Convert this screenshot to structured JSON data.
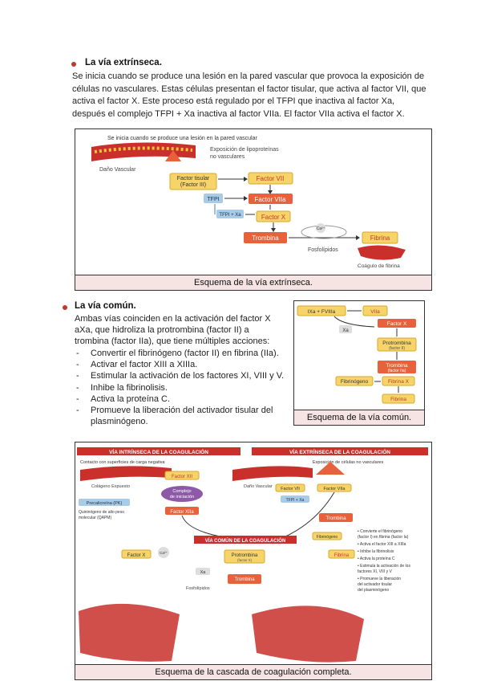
{
  "section1": {
    "heading": "La vía extrínseca.",
    "lines": [
      "Se inicia cuando se produce una lesión en la pared vascular que provoca la exposición de",
      "células no vasculares. Estas células presentan el factor tisular, que activa al factor VII, que",
      "activa el factor X. Este proceso está regulado por el TFPI que inactiva al factor Xa,",
      "después el complejo TFPI + Xa inactiva al factor VIIa. El factor VIIa activa el factor X."
    ],
    "figure": {
      "top_label": "Se inicia cuando se produce una lesión en la pared vascular",
      "damage_label": "Daño Vascular",
      "exposure_label_1": "Exposición de lipoproteínas",
      "exposure_label_2": "no vasculares",
      "tissue_factor_1": "Factor tisular",
      "tissue_factor_2": "(Factor III)",
      "factor_vii": "Factor VII",
      "tfpi": "TFPI",
      "factor_viia": "Factor VIIa",
      "tfpi_xa": "TFPI + Xa",
      "factor_x": "Factor X",
      "trombina": "Trombina",
      "ca": "Ca²⁺",
      "fosfolipidos": "Fosfolípidos",
      "fibrina": "Fibrina",
      "coagulo": "Coágulo de fibrina",
      "caption": "Esquema de la vía extrínseca."
    }
  },
  "section2": {
    "heading": "La vía común.",
    "lines": [
      "Ambas vías coinciden en la activación del factor X",
      "aXa, que hidroliza la protrombina (factor II) a",
      "trombina (factor IIa), que tiene múltiples  acciones:"
    ],
    "actions": [
      "Convertir el fibrinógeno (factor II) en fibrina (IIa).",
      "Activar el factor XIII a XIIIa.",
      "Estimular la activación de los factores XI, VIII y V.",
      "Inhibe la fibrinolisis.",
      "Activa la proteína C.",
      "Promueve la liberación del activador tisular del"
    ],
    "actions_tail": "plasminógeno.",
    "figure": {
      "ixa": "IXa + FVIIIa",
      "viia": "VIIa",
      "xa": "Xa",
      "factor_x": "Factor X",
      "protrombina": "Protrombina",
      "protrombina_sub": "(factor II)",
      "trombina": "Trombina",
      "trombina_sub": "(factor IIa)",
      "fibrinogeno": "Fibrinógeno",
      "fibrina_x": "Fibrina X",
      "fibrina": "Fibrina",
      "caption": "Esquema de la vía común."
    }
  },
  "section3": {
    "figure": {
      "header_left": "VÍA INTRÍNSECA DE LA COAGULACIÓN",
      "header_right": "VÍA EXTRÍNSECA DE LA COAGULACIÓN",
      "contact_label": "Contacto con superficies de carga negativa",
      "exposure_label": "Exposición de células no vasculares",
      "colageno": "Colágeno Expuesto",
      "damage": "Daño Vascular",
      "factor_xii": "Factor XII",
      "complejo_1": "Complejo",
      "complejo_2": "de iniciación",
      "precalicreina": "Precalicreína (PK)",
      "quininogeno_1": "Quininógeno de alto peso",
      "quininogeno_2": "molecular (QAPM)",
      "factor_xiia": "Factor XIIa",
      "factor_vii": "Factor VII",
      "factor_viia": "Factor VIIa",
      "tfpi_xa": "TFPI + Xa",
      "trombina": "Trombina",
      "via_comun": "VÍA COMÚN DE LA COAGULACIÓN",
      "factor_x": "Factor X",
      "ca": "Ca²⁺",
      "xa": "Xa",
      "protrombina": "Protrombina",
      "protrombina_sub": "(factor II)",
      "fosfolipidos": "Fosfolípidos",
      "fibrinogeno": "Fibrinógeno",
      "fibrina": "Fibrina",
      "side_notes": [
        "• Convierte el fibrinógeno",
        "  (factor I) en fibrina (factor Ia)",
        "• Activa el factor XIII a XIIIa",
        "• Inhibe la fibrinolisis",
        "• Activa la proteína C",
        "• Estimula la activación de los",
        "  factores XI, VIII y V",
        "• Promueve la liberación",
        "  del activador tisular",
        "  del plasminógeno"
      ],
      "caption": "Esquema de la cascada de coagulación completa."
    }
  },
  "colors": {
    "bullet": "#c0392b",
    "factor_yellow": "#f6d46a",
    "factor_orange": "#e8613a",
    "tfpi_blue": "#a8cbe8",
    "purple": "#8e5aa8",
    "red_band": "#c9302c",
    "caption_bg": "#f6e3e3"
  }
}
